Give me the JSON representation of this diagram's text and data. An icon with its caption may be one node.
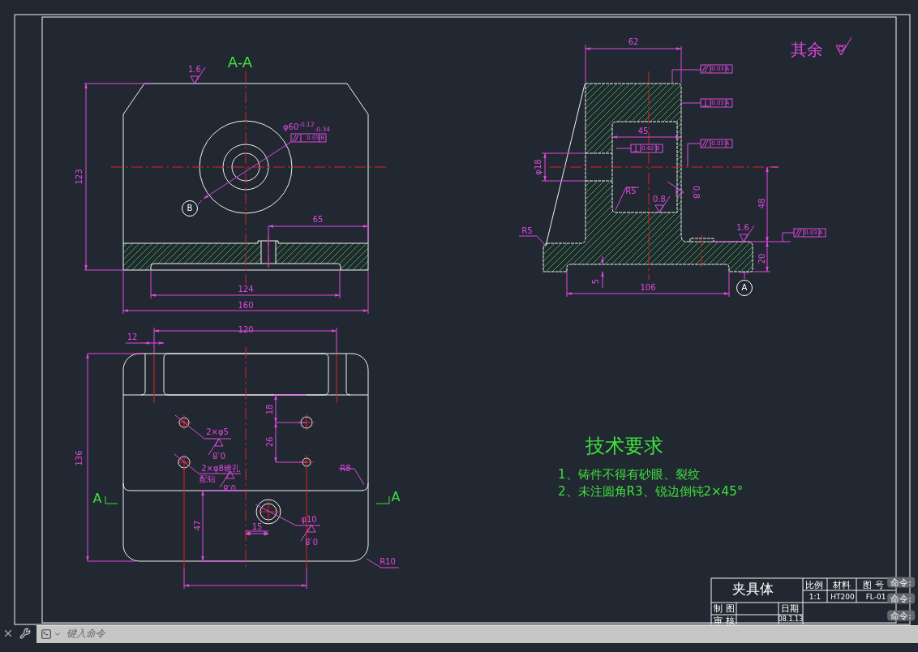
{
  "diagram": {
    "nodes": [
      {
        "text": [
          "B"
        ]
      },
      {
        "text": [
          "A"
        ]
      }
    ],
    "edges": [],
    "labels": [
      "A-A",
      "1.6",
      "φ60$^{-0.12}$$_{-0.34}$",
      "0.03",
      "B",
      "123",
      "65",
      "124",
      "160",
      "62",
      "其余",
      "0.03",
      "A",
      "0.03",
      "A",
      "45",
      "0.02",
      "B",
      "0.03",
      "A",
      "φ18",
      "R5",
      "0.8",
      "0.8",
      "48",
      "R5",
      "1.6",
      "0.03",
      "A",
      "20",
      "5",
      "106",
      "12",
      "120",
      "136",
      "18",
      "2×φ5",
      "0.8",
      "26",
      "2×φ8锥孔",
      "配钻",
      "0.8",
      "R8",
      "A",
      "A",
      "47",
      "15",
      "φ10",
      "0.8",
      "R10",
      "技术要求",
      "1、铸件不得有砂眼、裂纹",
      "2、未注圆角R3、锐边倒钝2×45°",
      "夹具体",
      "比例",
      "材料",
      "图 号",
      "1:1",
      "HT200",
      "FL-01",
      "制 图",
      "日期",
      "审 核",
      "08.1.13",
      "命令:",
      "命令:",
      "命令:",
      "键入命令"
    ]
  }
}
